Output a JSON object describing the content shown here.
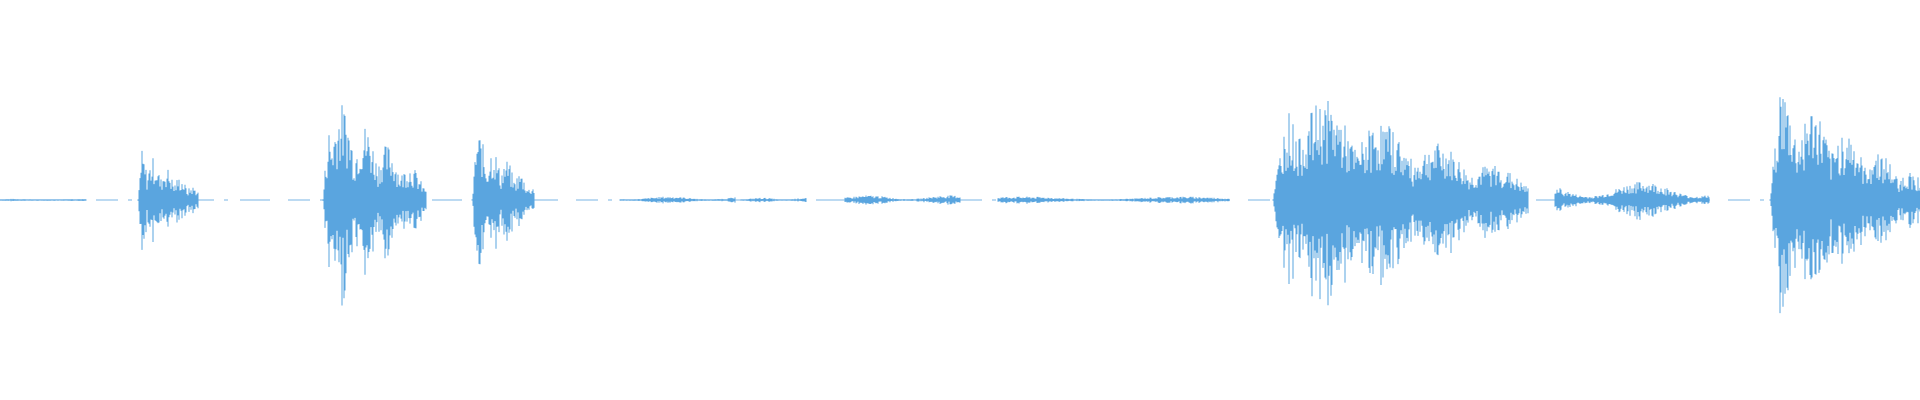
{
  "waveform": {
    "color": "#5aa5df",
    "background": "#ffffff",
    "amplitude_scale": 1.0,
    "segments": [
      {
        "start": 0.0,
        "end": 0.045,
        "peak": 0.01
      },
      {
        "start": 0.072,
        "end": 0.103,
        "peak": 0.45
      },
      {
        "start": 0.168,
        "end": 0.222,
        "peak": 0.95
      },
      {
        "start": 0.246,
        "end": 0.278,
        "peak": 0.62
      },
      {
        "start": 0.323,
        "end": 0.383,
        "peak": 0.03
      },
      {
        "start": 0.386,
        "end": 0.42,
        "peak": 0.02
      },
      {
        "start": 0.44,
        "end": 0.5,
        "peak": 0.04
      },
      {
        "start": 0.52,
        "end": 0.64,
        "peak": 0.03
      },
      {
        "start": 0.663,
        "end": 0.796,
        "peak": 1.0
      },
      {
        "start": 0.81,
        "end": 0.89,
        "peak": 0.16
      },
      {
        "start": 0.922,
        "end": 1.0,
        "peak": 1.0
      }
    ]
  }
}
